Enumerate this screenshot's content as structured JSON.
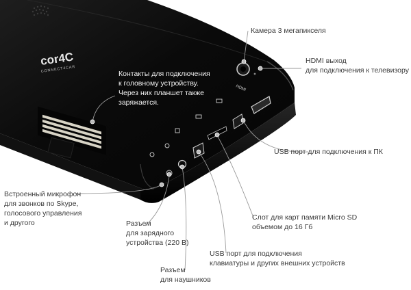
{
  "device": {
    "brand": "cor4C",
    "brand_tagline": "CONNECT4CAR",
    "hdmi_port_label": "HDMI"
  },
  "callouts": {
    "camera": "Камера 3 мегапикселя",
    "hdmi": [
      "HDMI выход",
      "для подключения к телевизору"
    ],
    "contacts": [
      "Контакты для подключения",
      "к головному устройству.",
      "Через них планшет также",
      "заряжается."
    ],
    "usb_pc": "USB порт для подключения к ПК",
    "microphone": [
      "Встроенный микрофон",
      "для звонков по Skype,",
      "голосового управления",
      "и другого"
    ],
    "charger": [
      "Разъем",
      "для зарядного",
      "устройства (220 В)"
    ],
    "sd_slot": [
      "Слот для карт памяти Micro SD",
      "объемом до 16 Гб"
    ],
    "usb_devices": [
      "USB порт для подключения",
      "клавиатуры и других внешних устройств"
    ],
    "headphones": [
      "Разъем",
      "для наушников"
    ]
  },
  "colors": {
    "device_body": "#0b0b0b",
    "device_edge": "#2c2c2c",
    "connector_gold": "#d8d4c6",
    "annotation_line": "#9a9a9a",
    "text": "#3a3a3a"
  }
}
